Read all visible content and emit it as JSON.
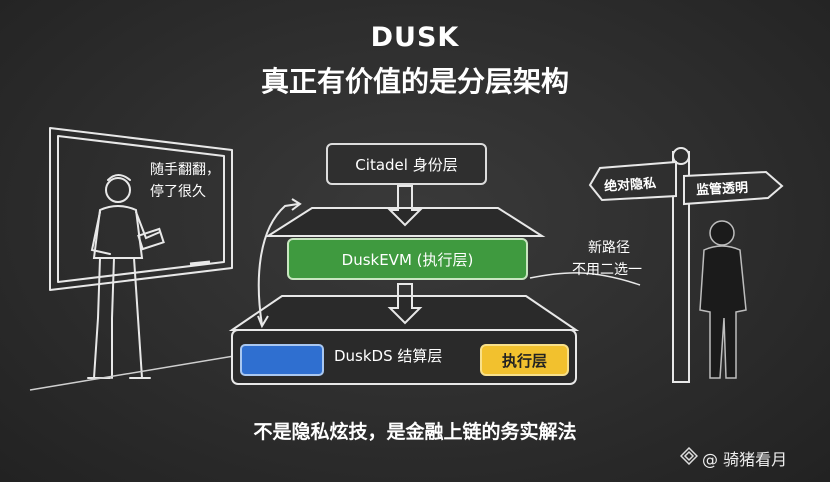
{
  "header": {
    "title": "DUSK",
    "subtitle": "真正有价值的是分层架构"
  },
  "layers": {
    "citadel": "Citadel 身份层",
    "evm": "DuskEVM (执行层)",
    "ds": "DuskDS 结算层",
    "ds_badge": "执行层"
  },
  "notes": {
    "teacher_line1": "随手翻翻，",
    "teacher_line2": "停了很久",
    "path_line1": "新路径",
    "path_line2": "不用二选一"
  },
  "signs": {
    "left": "绝对隐私",
    "right": "监管透明"
  },
  "footer": "不是隐私炫技，是金融上链的务实解法",
  "watermark": "@ 骑猪看月",
  "colors": {
    "green": "#3f9a3f",
    "blue": "#2f6fd0",
    "yellow": "#f2c12e",
    "chalk": "#e8e8e8"
  }
}
